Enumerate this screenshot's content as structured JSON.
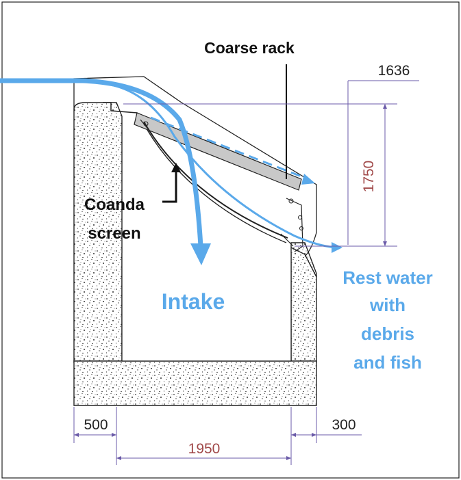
{
  "labels": {
    "coarse_rack": "Coarse rack",
    "coanda_line1": "Coanda",
    "coanda_line2": "screen",
    "intake": "Intake",
    "rest_line1": "Rest water",
    "rest_line2": "with",
    "rest_line3": "debris",
    "rest_line4": "and fish"
  },
  "dimensions": {
    "top_elevation": "1636",
    "height": "1750",
    "left_wall": "500",
    "basin_width": "1950",
    "right_wall": "300"
  },
  "colors": {
    "water_flow": "#5aa9ea",
    "label_blue": "#5aa9ea",
    "dimension_line": "#6a5aa8",
    "dimension_red": "#a04848",
    "outline": "#222222"
  }
}
